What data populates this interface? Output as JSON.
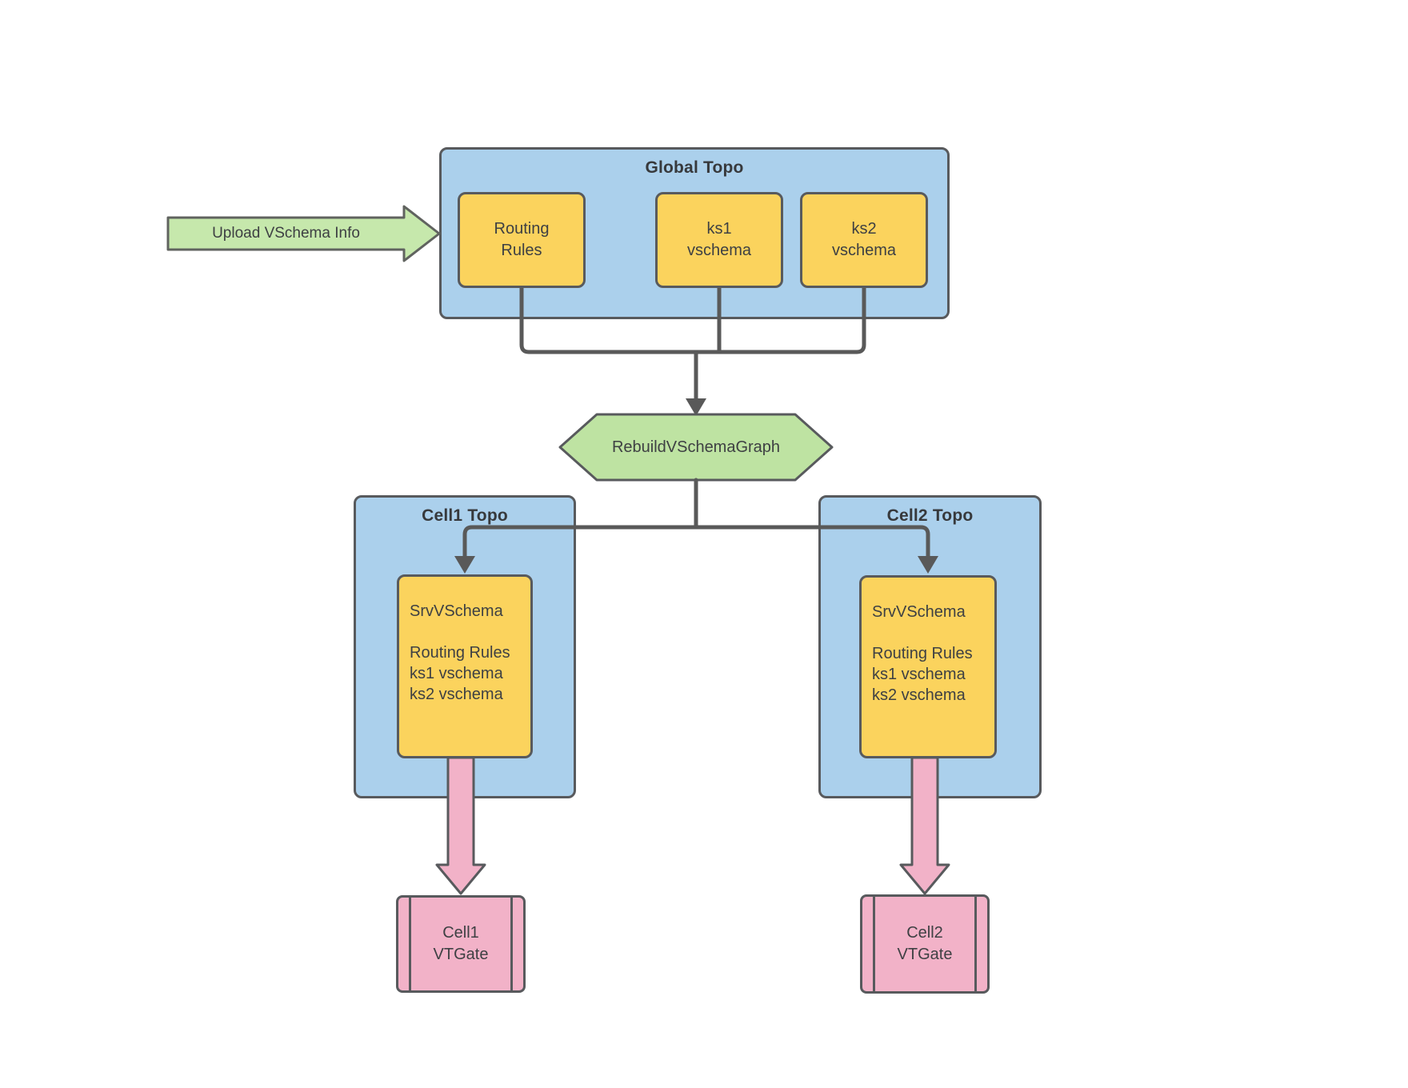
{
  "diagram": {
    "upload_arrow": {
      "label": "Upload VSchema Info"
    },
    "global_topo": {
      "title": "Global Topo",
      "routing_rules": {
        "lines": [
          "Routing",
          "Rules"
        ]
      },
      "ks1": {
        "lines": [
          "ks1",
          "vschema"
        ]
      },
      "ks2": {
        "lines": [
          "ks2",
          "vschema"
        ]
      }
    },
    "rebuild_step": {
      "label": "RebuildVSchemaGraph"
    },
    "cell1": {
      "title": "Cell1 Topo",
      "srv_vschema": {
        "lines": [
          "SrvVSchema",
          "",
          "Routing Rules",
          "ks1 vschema",
          "ks2 vschema"
        ]
      },
      "vtgate": {
        "lines": [
          "Cell1",
          "VTGate"
        ]
      }
    },
    "cell2": {
      "title": "Cell2 Topo",
      "srv_vschema": {
        "lines": [
          "SrvVSchema",
          "",
          "Routing Rules",
          "ks1 vschema",
          "ks2 vschema"
        ]
      },
      "vtgate": {
        "lines": [
          "Cell2",
          "VTGate"
        ]
      }
    },
    "colors": {
      "container_blue": "#abd0ec",
      "node_yellow": "#fbd35d",
      "arrow_green": "#c6e8ac",
      "hexagon_green": "#bee3a2",
      "vtgate_pink": "#f2b2c8",
      "connector_gray": "#595959",
      "border_gray": "#585a5d",
      "text_gray": "#3e4043"
    }
  }
}
